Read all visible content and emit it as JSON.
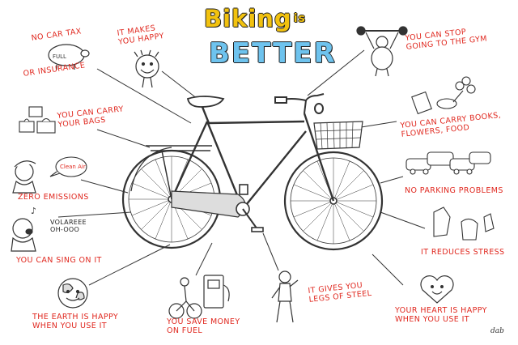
{
  "title": {
    "line1": "Biking",
    "line1_suffix": "is",
    "line2": "BETTER"
  },
  "benefits": {
    "no_car_tax": [
      "No car tax",
      "or insurance"
    ],
    "happy": [
      "It makes",
      "you happy"
    ],
    "gym": [
      "You can stop",
      "going to the gym"
    ],
    "carry_bags": [
      "You can carry",
      "your bags"
    ],
    "carry_books": [
      "You can carry books,",
      "flowers, food"
    ],
    "zero_emissions": [
      "Zero emissions"
    ],
    "no_parking": [
      "No parking problems"
    ],
    "sing": [
      "You can sing on it"
    ],
    "stress": [
      "It reduces stress"
    ],
    "earth": [
      "The earth is happy",
      "when you use it"
    ],
    "money": [
      "You save money",
      "on fuel"
    ],
    "legs": [
      "It gives you",
      "legs of steel"
    ],
    "heart": [
      "Your heart is happy",
      "when you use it"
    ]
  },
  "props": {
    "piggy_label": "FULL",
    "song": [
      "VOLAREEE",
      "OH-OOO"
    ],
    "bubble": "Clean Air"
  },
  "signature": "dab",
  "colors": {
    "label": "#e0281f",
    "line": "#333333",
    "title_yellow": "#f2c20f",
    "title_blue": "#6ec3ee"
  }
}
